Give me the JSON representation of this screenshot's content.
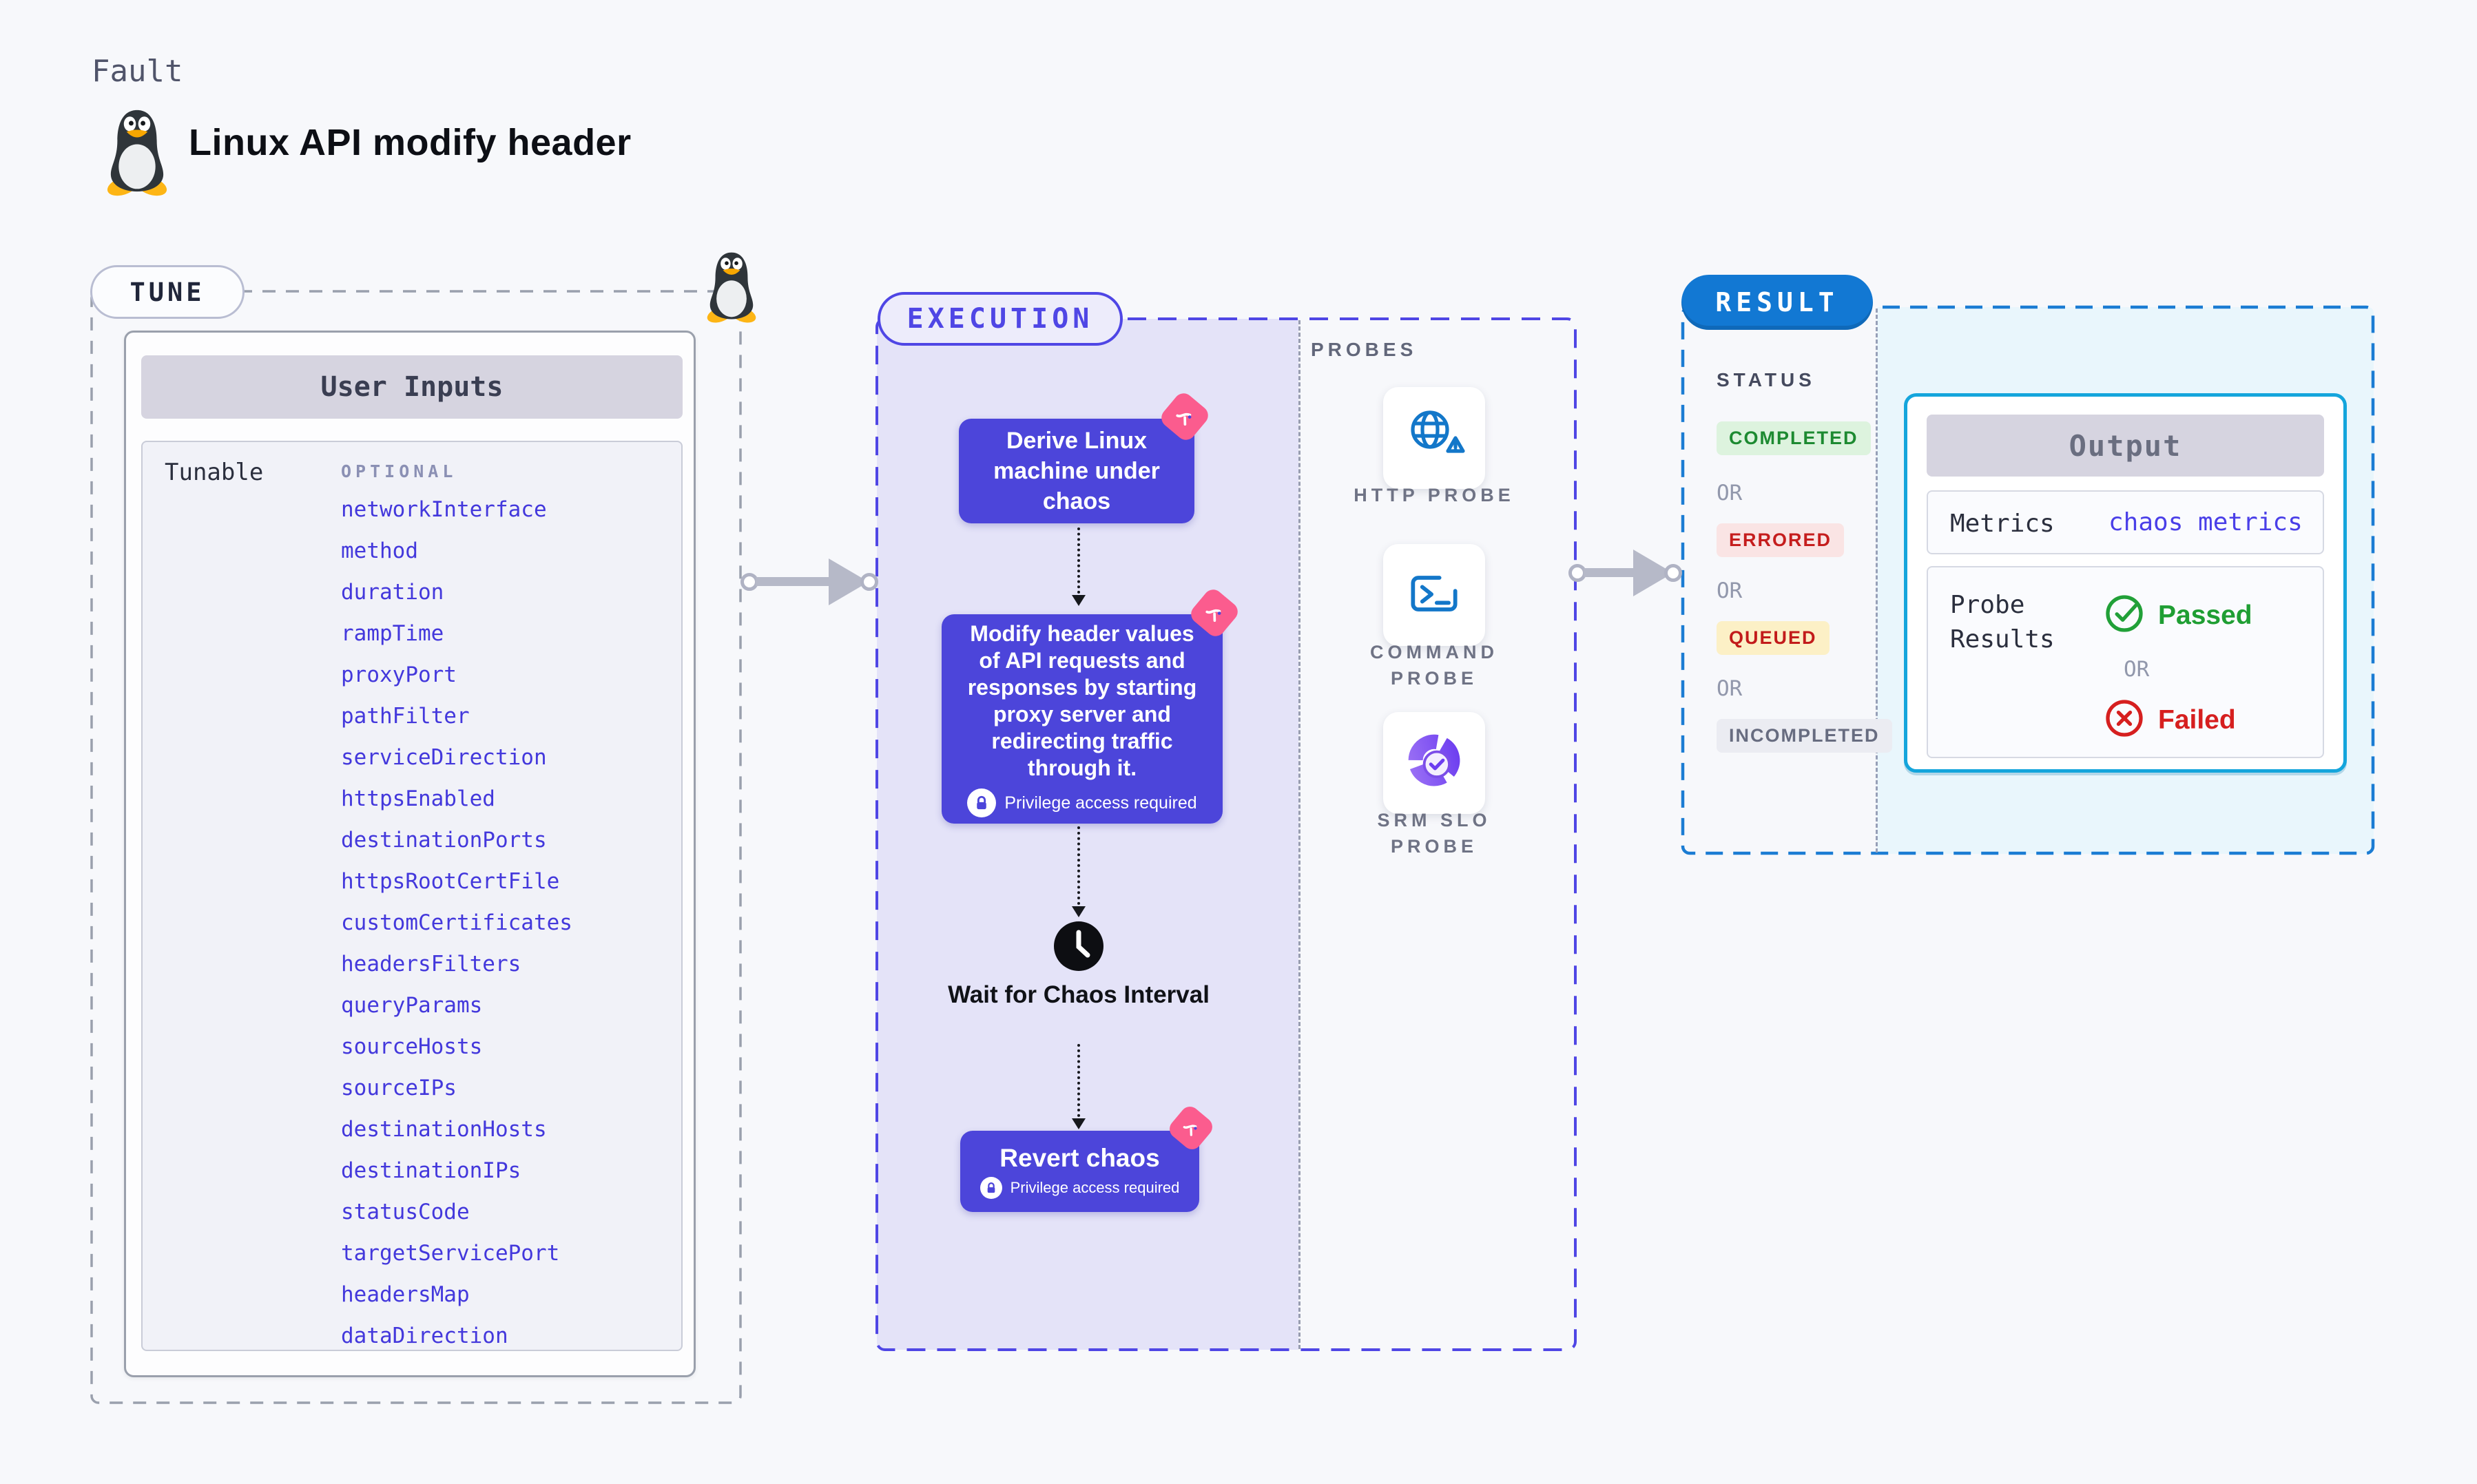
{
  "header": {
    "fault_label": "Fault",
    "title": "Linux API modify header"
  },
  "tune": {
    "label": "TUNE",
    "table_title": "User Inputs",
    "row_label": "Tunable",
    "optional_label": "OPTIONAL",
    "tunables": [
      "networkInterface",
      "method",
      "duration",
      "rampTime",
      "proxyPort",
      "pathFilter",
      "serviceDirection",
      "httpsEnabled",
      "destinationPorts",
      "httpsRootCertFile",
      "customCertificates",
      "headersFilters",
      "queryParams",
      "sourceHosts",
      "sourceIPs",
      "destinationHosts",
      "destinationIPs",
      "statusCode",
      "targetServicePort",
      "headersMap",
      "dataDirection"
    ]
  },
  "execution": {
    "label": "EXECUTION",
    "node_derive": "Derive Linux machine under chaos",
    "node_modify": "Modify header values of API requests and responses by starting proxy server and redirecting traffic through it.",
    "privilege_label": "Privilege access required",
    "wait_label": "Wait for Chaos Interval",
    "node_revert": "Revert chaos"
  },
  "probes": {
    "label": "PROBES",
    "items": [
      {
        "name": "HTTP PROBE",
        "icon": "globe-warning-icon"
      },
      {
        "name": "COMMAND\nPROBE",
        "icon": "terminal-icon"
      },
      {
        "name": "SRM SLO\nPROBE",
        "icon": "slo-donut-check-icon"
      }
    ]
  },
  "result": {
    "label": "RESULT",
    "status_label": "STATUS",
    "or_label": "OR",
    "statuses": [
      {
        "label": "COMPLETED",
        "fg": "#1d8a31",
        "bg": "#ddf3de"
      },
      {
        "label": "ERRORED",
        "fg": "#c51d1d",
        "bg": "#fae4e4"
      },
      {
        "label": "QUEUED",
        "fg": "#c21b1b",
        "bg": "#fcf0c6"
      },
      {
        "label": "INCOMPLETED",
        "fg": "#676c80",
        "bg": "#ebecf2"
      }
    ],
    "output": {
      "title": "Output",
      "metrics_label": "Metrics",
      "metrics_value": "chaos metrics",
      "probe_results_label": "Probe Results",
      "passed_label": "Passed",
      "failed_label": "Failed"
    }
  },
  "colors": {
    "page_bg": "#f7f8fb",
    "accent_indigo": "#4f46e5",
    "node_indigo": "#4c45da",
    "execution_fill": "#e4e3f8",
    "result_blue": "#1278d3",
    "output_border_cyan": "#14a5dc",
    "output_fill_cyan": "#e9f6fc",
    "chaos_badge_pink": "#fb5c8e",
    "link_blue": "#4338dc",
    "probe_icon_blue": "#1377c9",
    "passed_green": "#1f9e33",
    "failed_red": "#d61f1f",
    "tune_dash_gray": "#9aa0ad"
  }
}
